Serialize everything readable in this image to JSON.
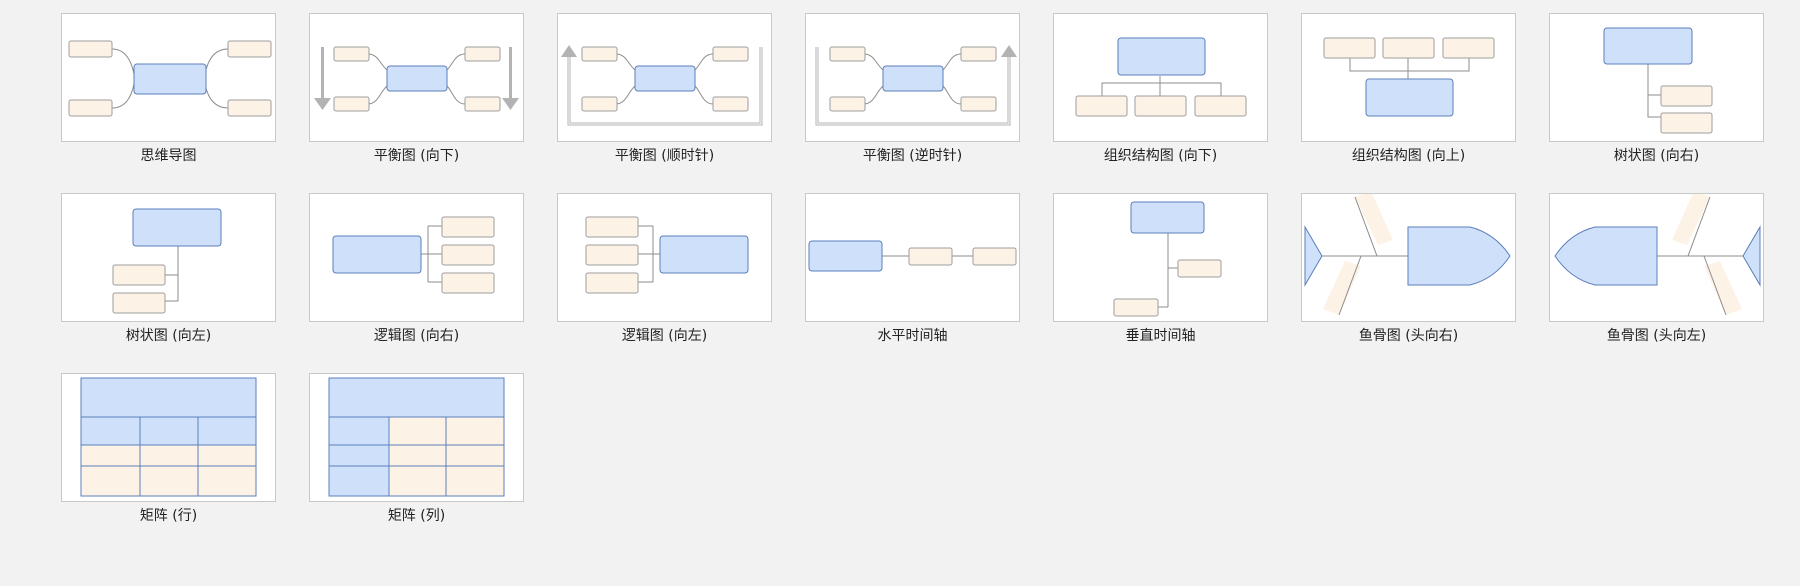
{
  "templates": [
    {
      "id": "mindmap",
      "label": "思维导图"
    },
    {
      "id": "balance-down",
      "label": "平衡图 (向下)"
    },
    {
      "id": "balance-cw",
      "label": "平衡图 (顺时针)"
    },
    {
      "id": "balance-ccw",
      "label": "平衡图 (逆时针)"
    },
    {
      "id": "org-down",
      "label": "组织结构图 (向下)"
    },
    {
      "id": "org-up",
      "label": "组织结构图 (向上)"
    },
    {
      "id": "tree-right",
      "label": "树状图 (向右)"
    },
    {
      "id": "tree-left",
      "label": "树状图 (向左)"
    },
    {
      "id": "logic-right",
      "label": "逻辑图 (向右)"
    },
    {
      "id": "logic-left",
      "label": "逻辑图 (向左)"
    },
    {
      "id": "timeline-h",
      "label": "水平时间轴"
    },
    {
      "id": "timeline-v",
      "label": "垂直时间轴"
    },
    {
      "id": "fishbone-right",
      "label": "鱼骨图 (头向右)"
    },
    {
      "id": "fishbone-left",
      "label": "鱼骨图 (头向左)"
    },
    {
      "id": "matrix-row",
      "label": "矩阵 (行)"
    },
    {
      "id": "matrix-col",
      "label": "矩阵 (列)"
    }
  ],
  "colors": {
    "main_fill": "#cfe0fb",
    "main_stroke": "#5b7fb9",
    "sub_fill": "#fcf3e6",
    "sub_stroke": "#9e9e9e",
    "line": "#8c8c8c",
    "arrow": "#b3b3b3"
  }
}
